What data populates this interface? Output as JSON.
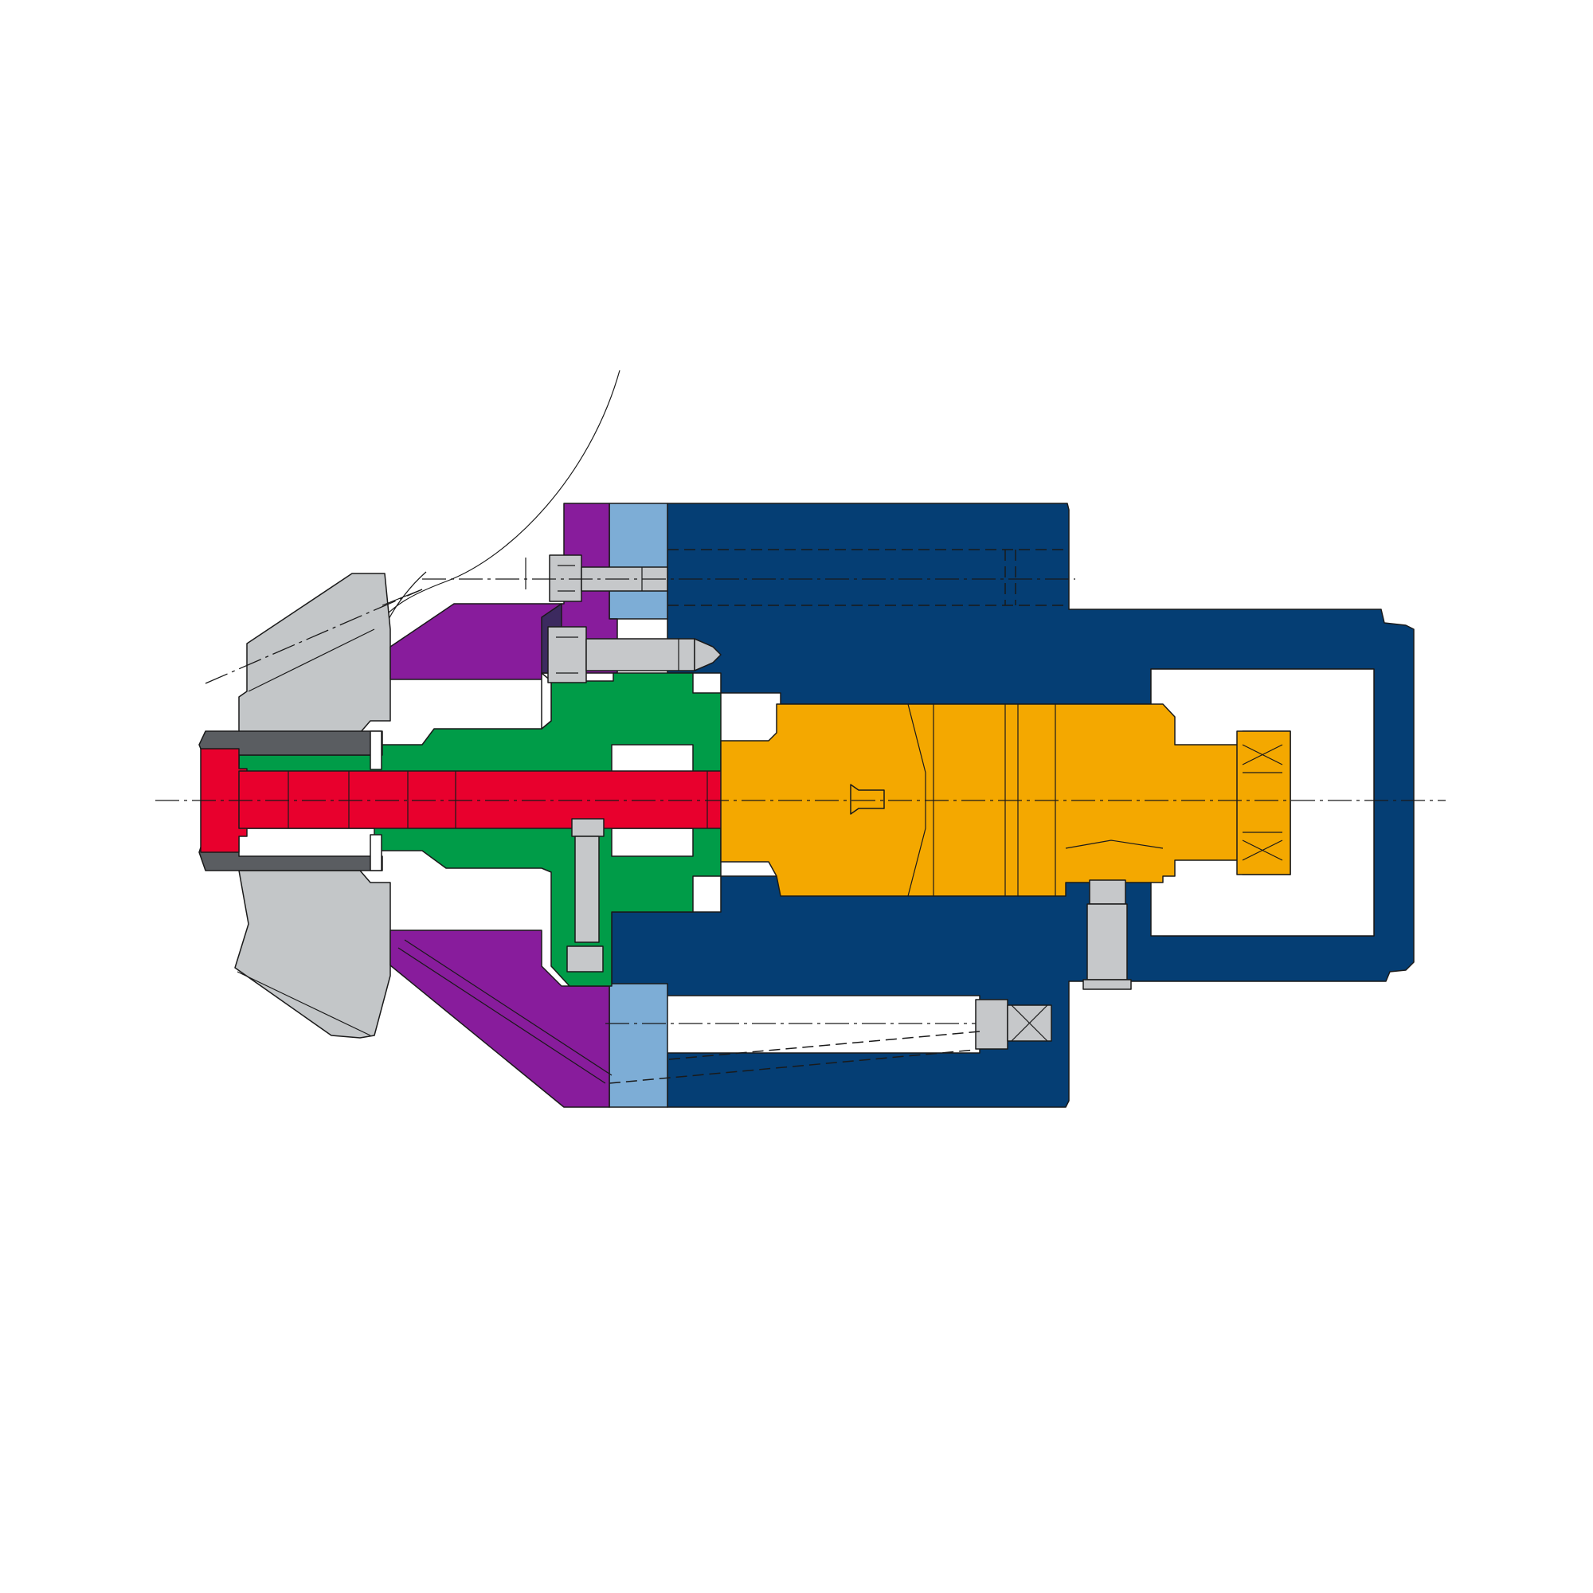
{
  "diagram": {
    "view": "cross-section",
    "colors": {
      "housing": "#053e74",
      "spacer_ring": "#7dadd6",
      "cone_adapter": "#881c9c",
      "flange_holder": "#009c48",
      "draw_bolt": "#e8002d",
      "clamping_sleeve": "#f4a800",
      "collet": "#5a5d61",
      "gear_workpiece": "#c3c6c8",
      "screws": "#c6c8ca",
      "outline": "#1a1a1a"
    },
    "parts": [
      {
        "id": "housing",
        "color_key": "housing"
      },
      {
        "id": "spacer-ring",
        "color_key": "spacer_ring"
      },
      {
        "id": "cone-adapter",
        "color_key": "cone_adapter"
      },
      {
        "id": "flange-holder",
        "color_key": "flange_holder"
      },
      {
        "id": "draw-bolt",
        "color_key": "draw_bolt"
      },
      {
        "id": "clamping-sleeve",
        "color_key": "clamping_sleeve"
      },
      {
        "id": "collet",
        "color_key": "collet"
      },
      {
        "id": "gear-workpiece",
        "color_key": "gear_workpiece"
      },
      {
        "id": "cap-screws",
        "color_key": "screws"
      }
    ]
  }
}
